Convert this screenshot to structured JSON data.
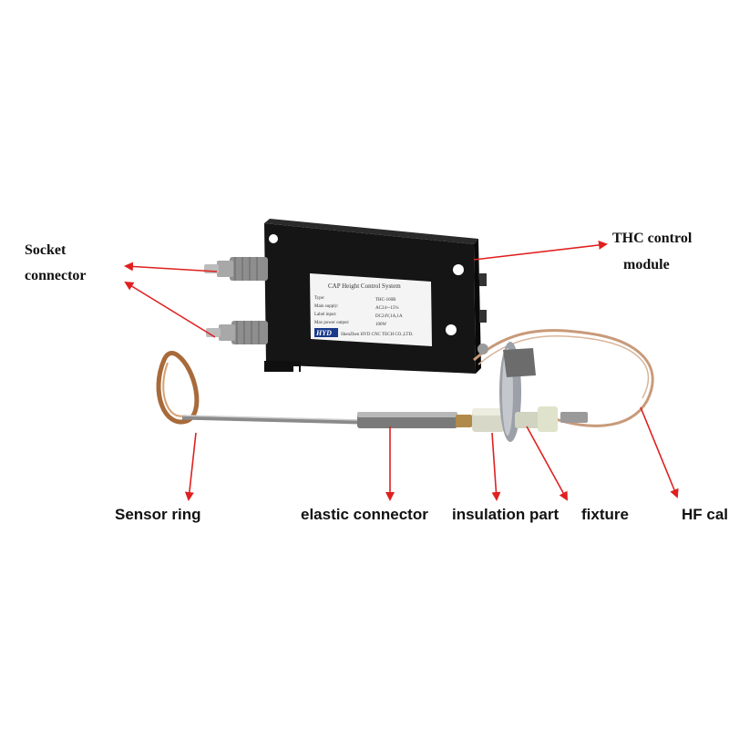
{
  "labels": {
    "socket_connector_line1": "Socket",
    "socket_connector_line2": "connector",
    "thc_module_line1": "THC control",
    "thc_module_line2": "module",
    "sensor_ring": "Sensor ring",
    "elastic_connector": "elastic connector",
    "insulation_part": "insulation part",
    "fixture": "fixture",
    "hf_cable": "HF cal"
  },
  "nameplate": {
    "title": "CAP Height Control System",
    "rows": [
      {
        "key": "Type:",
        "value": "THC-160B"
      },
      {
        "key": "Main supply:",
        "value": "AC24+-15%"
      },
      {
        "key": "Label input:",
        "value": "DC24V,1A,1A"
      },
      {
        "key": "Max power output:",
        "value": "100W"
      }
    ],
    "brand": "HYD",
    "maker": "ShenZhen HYD CNC TECH CO.,LTD."
  },
  "colors": {
    "arrow": "#e02020",
    "box": "#151515",
    "cable": "#c89a7a"
  }
}
